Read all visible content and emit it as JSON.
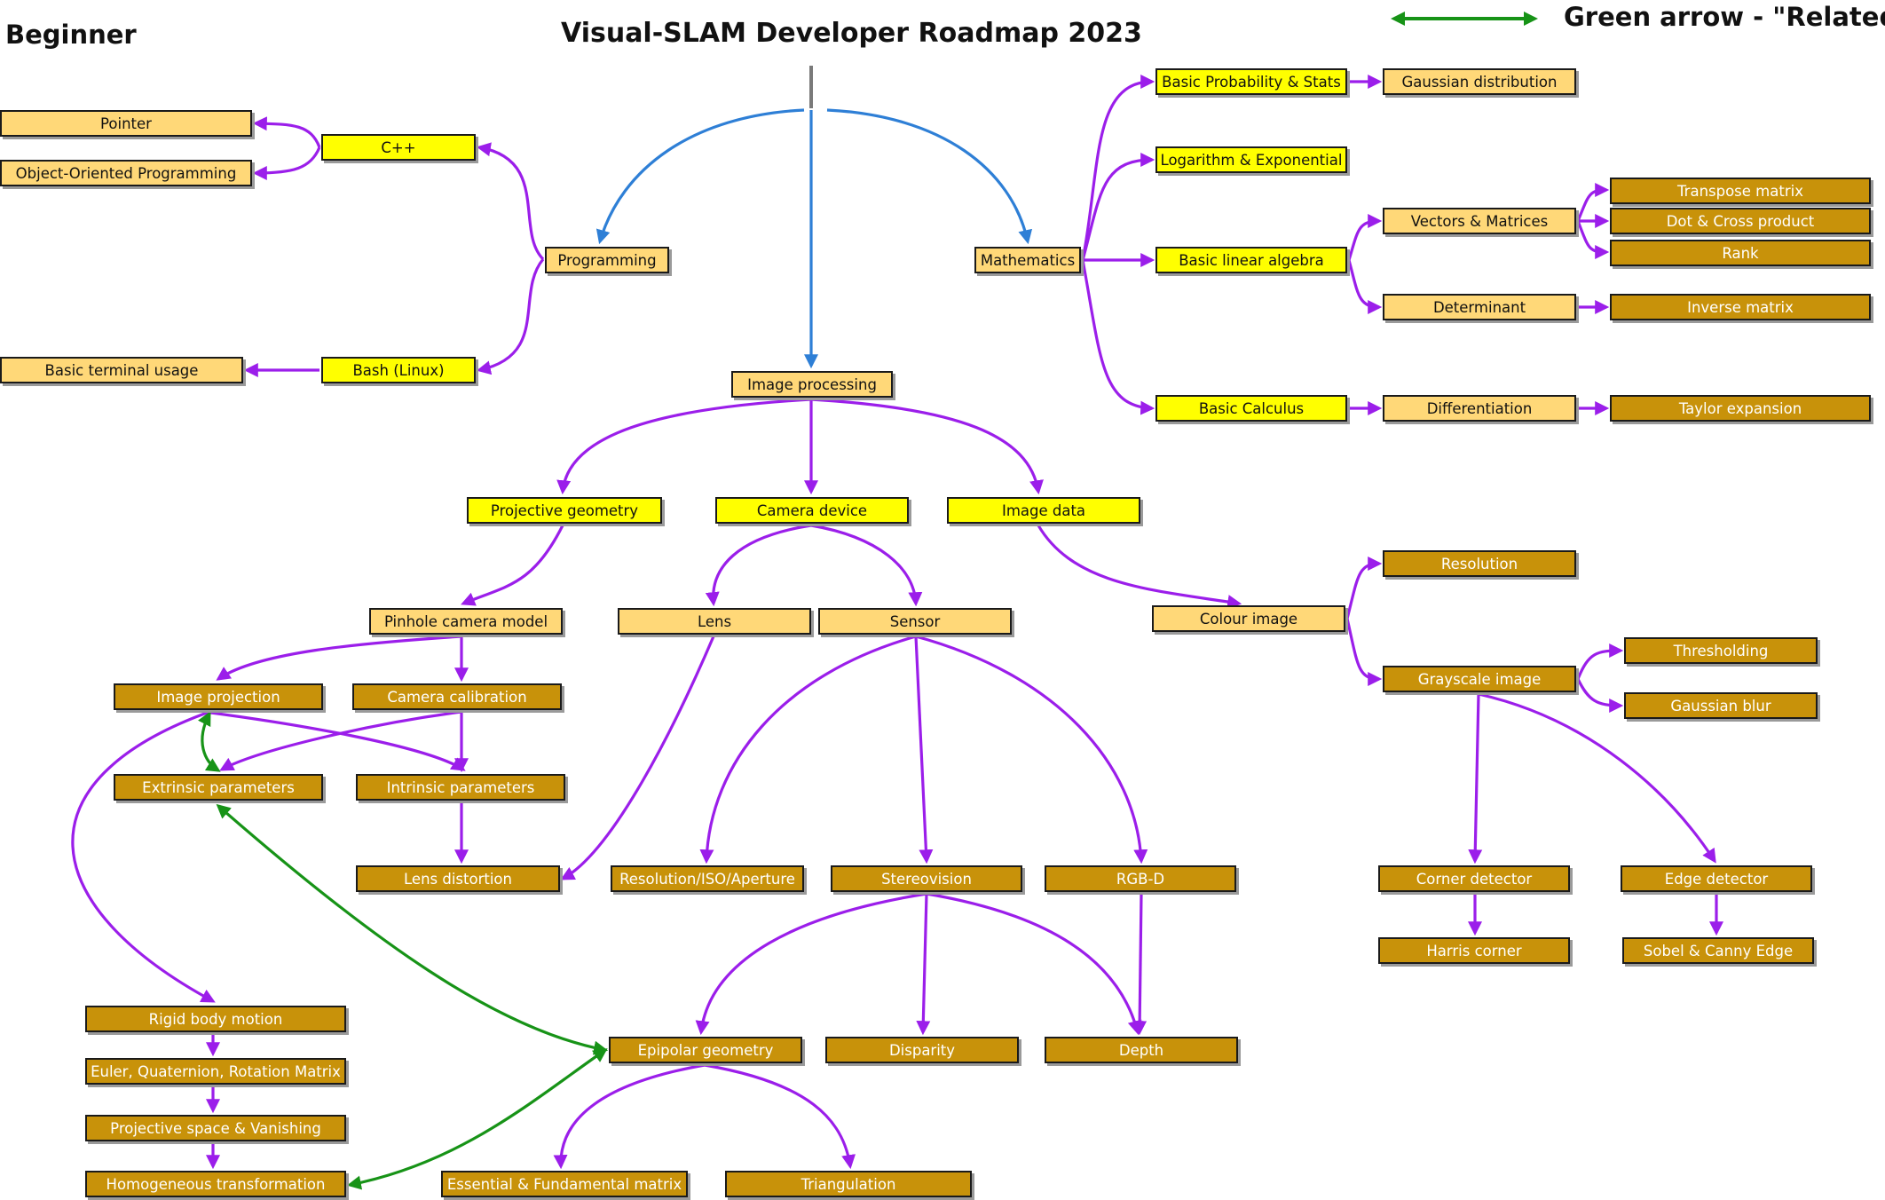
{
  "header": {
    "title": "Visual-SLAM Developer Roadmap 2023",
    "level": "Beginner",
    "legend": "Green arrow - \"Related\""
  },
  "colors": {
    "core": "#ffff00",
    "light": "#ffd878",
    "dark": "#c8920a",
    "root_edge": "#2e7fd6",
    "edge": "#9b1eea",
    "related": "#179317"
  },
  "nodes": {
    "programming": "Programming",
    "mathematics": "Mathematics",
    "image_processing": "Image processing",
    "cpp": "C++",
    "pointer": "Pointer",
    "oop": "Object-Oriented Programming",
    "bash": "Bash (Linux)",
    "terminal": "Basic terminal usage",
    "probability": "Basic Probability & Stats",
    "gaussian_dist": "Gaussian distribution",
    "logarithm": "Logarithm & Exponential",
    "linear_algebra": "Basic linear algebra",
    "vectors": "Vectors & Matrices",
    "transpose": "Transpose matrix",
    "dot_cross": "Dot & Cross product",
    "rank": "Rank",
    "determinant": "Determinant",
    "inverse": "Inverse matrix",
    "calculus": "Basic Calculus",
    "differentiation": "Differentiation",
    "taylor": "Taylor expansion",
    "projective_geometry": "Projective geometry",
    "camera_device": "Camera device",
    "image_data": "Image data",
    "pinhole": "Pinhole camera model",
    "lens": "Lens",
    "sensor": "Sensor",
    "colour_image": "Colour image",
    "resolution": "Resolution",
    "grayscale": "Grayscale image",
    "thresholding": "Thresholding",
    "gaussian_blur": "Gaussian blur",
    "image_projection": "Image projection",
    "camera_calibration": "Camera calibration",
    "extrinsic": "Extrinsic parameters",
    "intrinsic": "Intrinsic parameters",
    "lens_distortion": "Lens distortion",
    "res_iso": "Resolution/ISO/Aperture",
    "stereovision": "Stereovision",
    "rgbd": "RGB-D",
    "corner_detector": "Corner detector",
    "edge_detector": "Edge detector",
    "harris": "Harris corner",
    "sobel": "Sobel & Canny Edge",
    "rigid_body": "Rigid body motion",
    "euler": "Euler, Quaternion, Rotation Matrix",
    "projective_space": "Projective space & Vanishing",
    "homogeneous": "Homogeneous transformation",
    "epipolar": "Epipolar geometry",
    "disparity": "Disparity",
    "depth": "Depth",
    "essential": "Essential & Fundamental matrix",
    "triangulation": "Triangulation"
  }
}
